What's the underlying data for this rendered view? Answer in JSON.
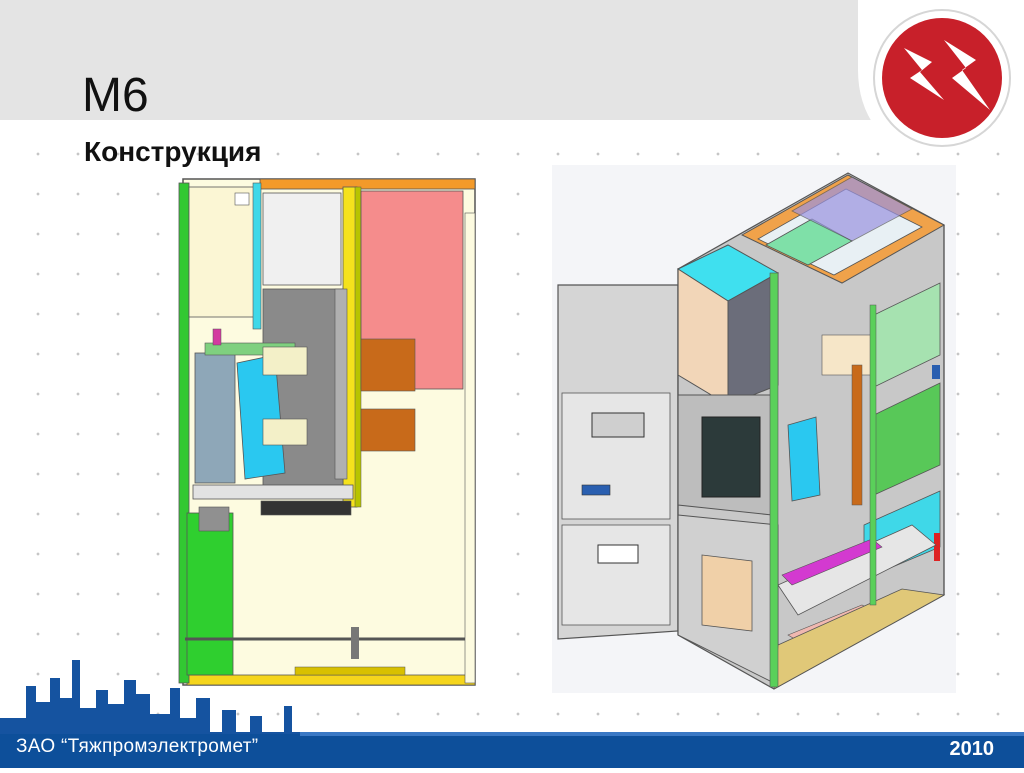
{
  "slide": {
    "title": "М6",
    "subtitle": "Конструкция"
  },
  "footer": {
    "company": "ЗАО “Тяжпромэлектромет”",
    "year": "2010"
  },
  "colors": {
    "brand_red": "#c8202a",
    "brand_blue": "#1553a0",
    "footer_blue": "#0d4f9a"
  },
  "icons": {
    "logo": "lightning-bolts-logo"
  }
}
